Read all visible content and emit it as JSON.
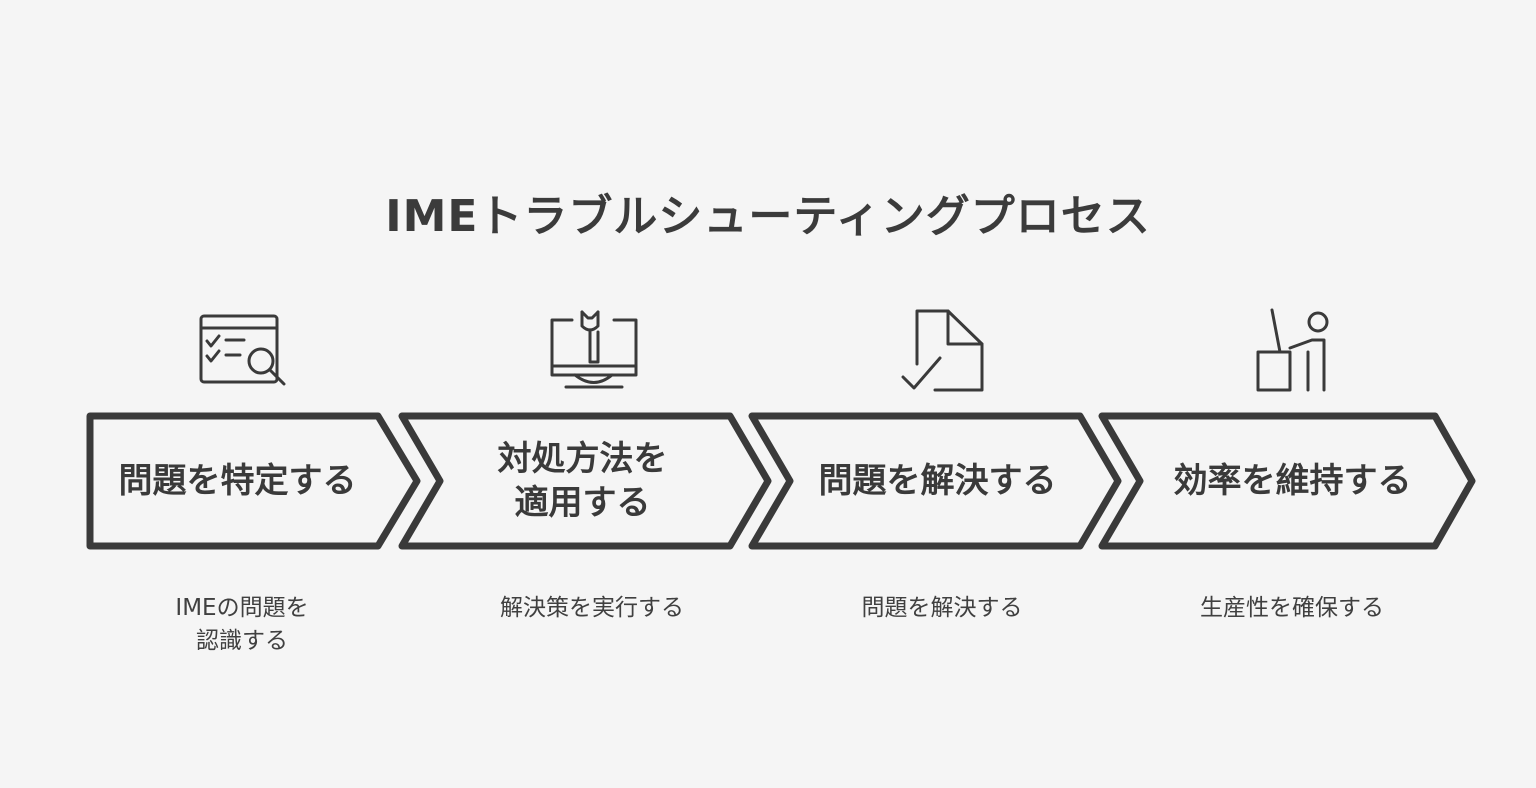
{
  "title": "IMEトラブルシューティングプロセス",
  "colors": {
    "background": "#f5f5f5",
    "stroke": "#3a3a3a",
    "text": "#3a3a3a"
  },
  "steps": [
    {
      "label_lines": [
        "問題を特定する"
      ],
      "desc_lines": [
        "IMEの問題を",
        "認識する"
      ],
      "icon": "checklist-magnifier-icon"
    },
    {
      "label_lines": [
        "対処方法を",
        "適用する"
      ],
      "desc_lines": [
        "解決策を実行する"
      ],
      "icon": "wrench-monitor-icon"
    },
    {
      "label_lines": [
        "問題を解決する"
      ],
      "desc_lines": [
        "問題を解決する"
      ],
      "icon": "document-check-icon"
    },
    {
      "label_lines": [
        "効率を維持する"
      ],
      "desc_lines": [
        "生産性を確保する"
      ],
      "icon": "person-at-desk-icon"
    }
  ]
}
